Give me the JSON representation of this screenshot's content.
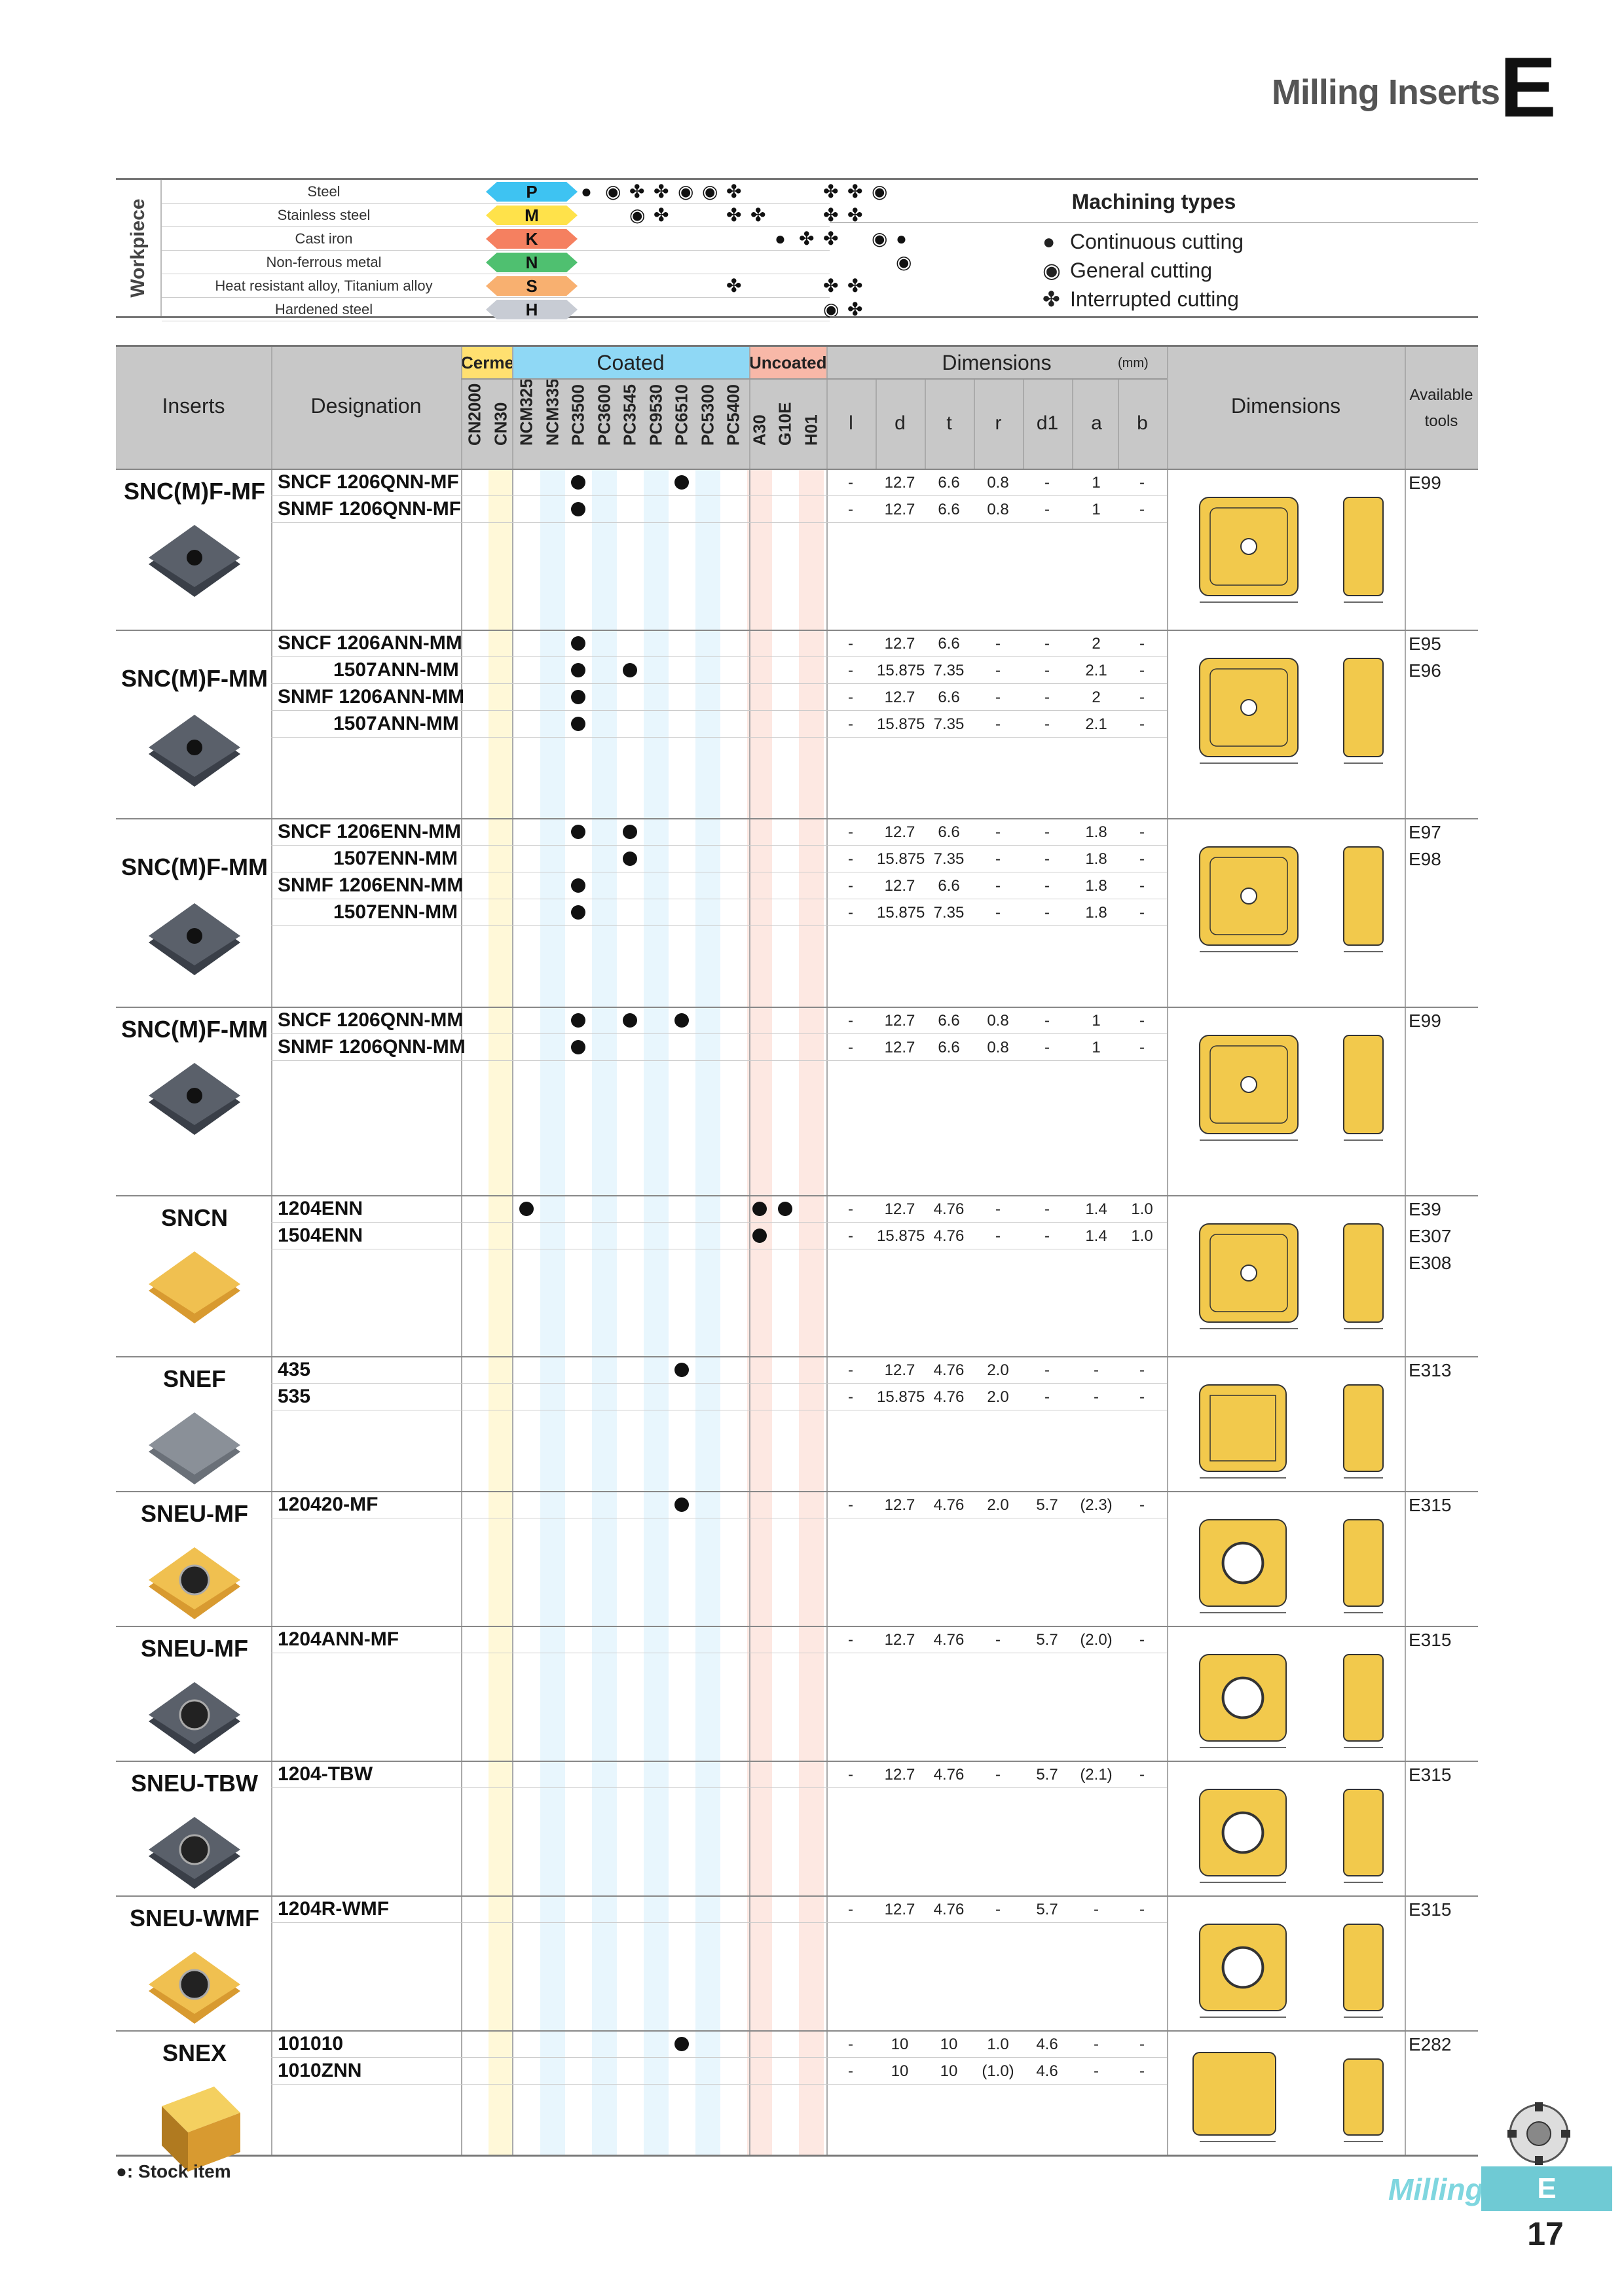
{
  "header": {
    "title": "Milling Inserts",
    "letter": "E"
  },
  "workpiece": {
    "label": "Workpiece",
    "rows": [
      {
        "name": "Steel",
        "tag": "P",
        "color": "#3ec3f2"
      },
      {
        "name": "Stainless steel",
        "tag": "M",
        "color": "#ffe24a"
      },
      {
        "name": "Cast iron",
        "tag": "K",
        "color": "#f58060"
      },
      {
        "name": "Non-ferrous metal",
        "tag": "N",
        "color": "#4fc070"
      },
      {
        "name": "Heat resistant alloy, Titanium alloy",
        "tag": "S",
        "color": "#f8b070"
      },
      {
        "name": "Hardened steel",
        "tag": "H",
        "color": "#c8ccd4"
      }
    ]
  },
  "machining_types": {
    "title": "Machining types",
    "items": [
      {
        "symbol": "●",
        "label": "Continuous cutting"
      },
      {
        "symbol": "◉",
        "label": "General cutting"
      },
      {
        "symbol": "✤",
        "label": "Interrupted cutting"
      }
    ]
  },
  "table": {
    "headers": {
      "inserts": "Inserts",
      "designation": "Designation",
      "cermet": "Cermet",
      "coated": "Coated",
      "uncoated": "Uncoated",
      "dimensions": "Dimensions",
      "unit": "(mm)",
      "drawing": "Dimensions",
      "available_tools": "Available tools"
    },
    "grades": [
      "CN2000",
      "CN30",
      "NCM325",
      "NCM335",
      "PC3500",
      "PC3600",
      "PC3545",
      "PC9530",
      "PC6510",
      "PC5300",
      "PC5400",
      "A30",
      "G10E",
      "H01"
    ],
    "dim_cols": [
      "l",
      "d",
      "t",
      "r",
      "d1",
      "a",
      "b"
    ],
    "groups": [
      {
        "name": "SNC(M)F-MF",
        "rows": [
          {
            "designation": "SNCF  1206QNN-MF",
            "dots": [
              4,
              8
            ],
            "dims": [
              "-",
              "12.7",
              "6.6",
              "0.8",
              "-",
              "1",
              "-"
            ]
          },
          {
            "designation": "SNMF  1206QNN-MF",
            "dots": [
              4
            ],
            "dims": [
              "-",
              "12.7",
              "6.6",
              "0.8",
              "-",
              "1",
              "-"
            ]
          }
        ],
        "tools": [
          "E99"
        ]
      },
      {
        "name": "SNC(M)F-MM",
        "rows": [
          {
            "designation": "SNCF  1206ANN-MM",
            "dots": [
              4
            ],
            "dims": [
              "-",
              "12.7",
              "6.6",
              "-",
              "-",
              "2",
              "-"
            ]
          },
          {
            "designation": "1507ANN-MM",
            "dots": [
              4,
              6
            ],
            "dims": [
              "-",
              "15.875",
              "7.35",
              "-",
              "-",
              "2.1",
              "-"
            ]
          },
          {
            "designation": "SNMF  1206ANN-MM",
            "dots": [
              4
            ],
            "dims": [
              "-",
              "12.7",
              "6.6",
              "-",
              "-",
              "2",
              "-"
            ]
          },
          {
            "designation": "1507ANN-MM",
            "dots": [
              4
            ],
            "dims": [
              "-",
              "15.875",
              "7.35",
              "-",
              "-",
              "2.1",
              "-"
            ]
          }
        ],
        "tools": [
          "E95",
          "E96"
        ]
      },
      {
        "name": "SNC(M)F-MM",
        "rows": [
          {
            "designation": "SNCF  1206ENN-MM",
            "dots": [
              4,
              6
            ],
            "dims": [
              "-",
              "12.7",
              "6.6",
              "-",
              "-",
              "1.8",
              "-"
            ]
          },
          {
            "designation": "1507ENN-MM",
            "dots": [
              6
            ],
            "dims": [
              "-",
              "15.875",
              "7.35",
              "-",
              "-",
              "1.8",
              "-"
            ]
          },
          {
            "designation": "SNMF  1206ENN-MM",
            "dots": [
              4
            ],
            "dims": [
              "-",
              "12.7",
              "6.6",
              "-",
              "-",
              "1.8",
              "-"
            ]
          },
          {
            "designation": "1507ENN-MM",
            "dots": [
              4
            ],
            "dims": [
              "-",
              "15.875",
              "7.35",
              "-",
              "-",
              "1.8",
              "-"
            ]
          }
        ],
        "tools": [
          "E97",
          "E98"
        ]
      },
      {
        "name": "SNC(M)F-MM",
        "rows": [
          {
            "designation": "SNCF  1206QNN-MM",
            "dots": [
              4,
              6,
              8
            ],
            "dims": [
              "-",
              "12.7",
              "6.6",
              "0.8",
              "-",
              "1",
              "-"
            ]
          },
          {
            "designation": "SNMF  1206QNN-MM",
            "dots": [
              4
            ],
            "dims": [
              "-",
              "12.7",
              "6.6",
              "0.8",
              "-",
              "1",
              "-"
            ]
          }
        ],
        "tools": [
          "E99"
        ]
      },
      {
        "name": "SNCN",
        "rows": [
          {
            "designation": "1204ENN",
            "dots": [
              2,
              11,
              12
            ],
            "dims": [
              "-",
              "12.7",
              "4.76",
              "-",
              "-",
              "1.4",
              "1.0"
            ]
          },
          {
            "designation": "1504ENN",
            "dots": [
              11
            ],
            "dims": [
              "-",
              "15.875",
              "4.76",
              "-",
              "-",
              "1.4",
              "1.0"
            ]
          }
        ],
        "tools": [
          "E39",
          "E307",
          "E308"
        ]
      },
      {
        "name": "SNEF",
        "rows": [
          {
            "designation": "435",
            "dots": [
              8
            ],
            "dims": [
              "-",
              "12.7",
              "4.76",
              "2.0",
              "-",
              "-",
              "-"
            ]
          },
          {
            "designation": "535",
            "dots": [],
            "dims": [
              "-",
              "15.875",
              "4.76",
              "2.0",
              "-",
              "-",
              "-"
            ]
          }
        ],
        "tools": [
          "E313"
        ]
      },
      {
        "name": "SNEU-MF",
        "rows": [
          {
            "designation": "120420-MF",
            "dots": [
              8
            ],
            "dims": [
              "-",
              "12.7",
              "4.76",
              "2.0",
              "5.7",
              "(2.3)",
              "-"
            ]
          }
        ],
        "tools": [
          "E315"
        ]
      },
      {
        "name": "SNEU-MF",
        "rows": [
          {
            "designation": "1204ANN-MF",
            "dots": [],
            "dims": [
              "-",
              "12.7",
              "4.76",
              "-",
              "5.7",
              "(2.0)",
              "-"
            ]
          }
        ],
        "tools": [
          "E315"
        ]
      },
      {
        "name": "SNEU-TBW",
        "rows": [
          {
            "designation": "1204-TBW",
            "dots": [],
            "dims": [
              "-",
              "12.7",
              "4.76",
              "-",
              "5.7",
              "(2.1)",
              "-"
            ]
          }
        ],
        "tools": [
          "E315"
        ]
      },
      {
        "name": "SNEU-WMF",
        "rows": [
          {
            "designation": "1204R-WMF",
            "dots": [],
            "dims": [
              "-",
              "12.7",
              "4.76",
              "-",
              "5.7",
              "-",
              "-"
            ]
          }
        ],
        "tools": [
          "E315"
        ]
      },
      {
        "name": "SNEX",
        "rows": [
          {
            "designation": "101010",
            "dots": [
              8
            ],
            "dims": [
              "-",
              "10",
              "10",
              "1.0",
              "4.6",
              "-",
              "-"
            ]
          },
          {
            "designation": "1010ZNN",
            "dots": [],
            "dims": [
              "-",
              "10",
              "10",
              "(1.0)",
              "4.6",
              "-",
              "-"
            ]
          }
        ],
        "tools": [
          "E282"
        ]
      }
    ]
  },
  "footnote": "●: Stock item",
  "footer": {
    "section": "Milling",
    "tab": "E",
    "page": "17"
  },
  "colors": {
    "cermet": "#ffe070",
    "coated": "#8fd8f5",
    "uncoated": "#f8b8a8",
    "insert_yellow": "#f0c040",
    "accent": "#6fcad4"
  }
}
